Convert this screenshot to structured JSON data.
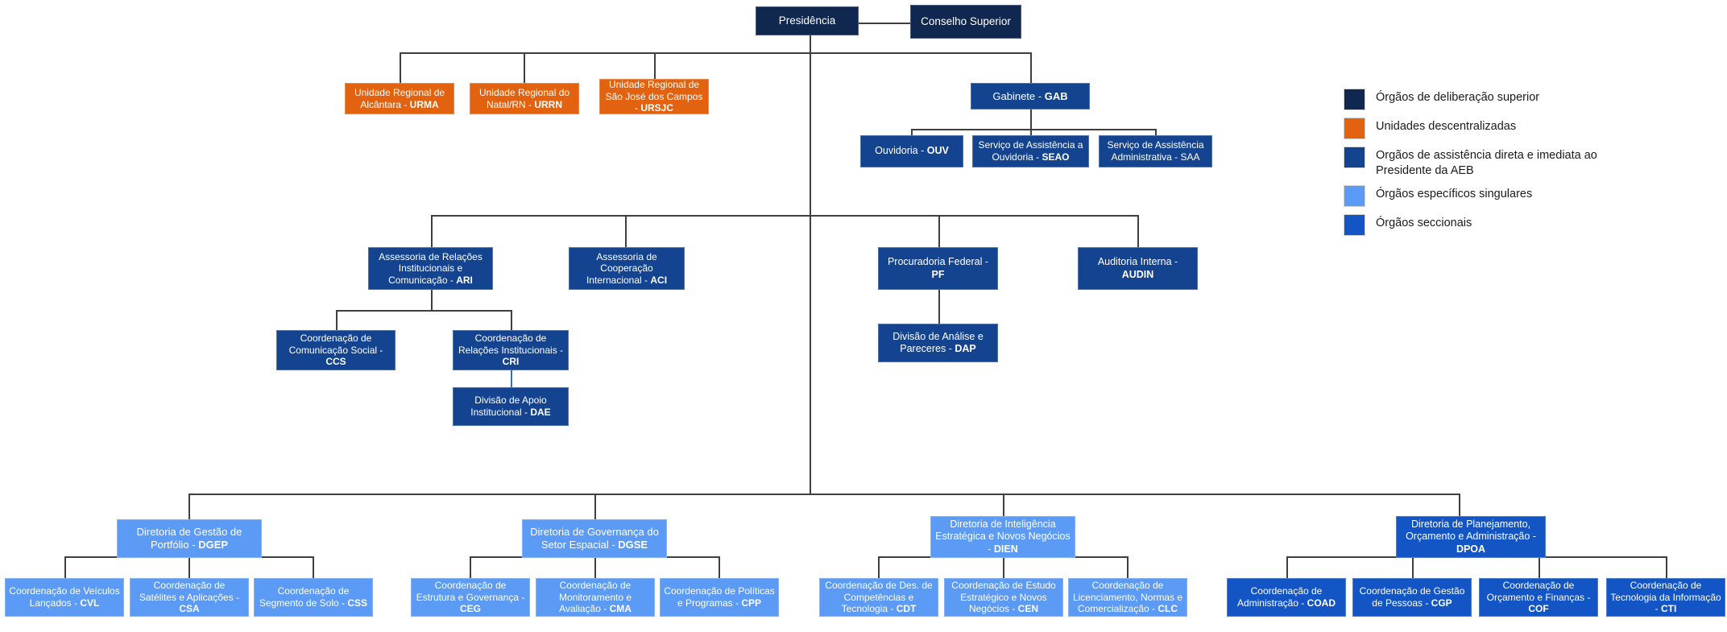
{
  "title": "Organograma AEB",
  "colors": {
    "deliberacao_superior": "#10284f",
    "unidades_descentralizadas": "#e2620f",
    "assistencia_direta": "#14448f",
    "orgaos_especificos": "#5b9bf5",
    "orgaos_seccionais": "#1355c4",
    "connector": "#3f3f3f"
  },
  "legend": {
    "items": [
      {
        "color_key": "deliberacao_superior",
        "label": "Órgãos de deliberação superior"
      },
      {
        "color_key": "unidades_descentralizadas",
        "label": "Unidades descentralizadas"
      },
      {
        "color_key": "assistencia_direta",
        "label": "Orgãos de assistência direta e imediata ao Presidente da AEB"
      },
      {
        "color_key": "orgaos_especificos",
        "label": "Órgãos específicos singulares"
      },
      {
        "color_key": "orgaos_seccionais",
        "label": "Órgãos seccionais"
      }
    ]
  },
  "nodes": {
    "presidencia": {
      "name": "Presidência",
      "acronym": ""
    },
    "conselho": {
      "name": "Conselho Superior",
      "acronym": ""
    },
    "urma": {
      "name": "Unidade Regional de Alcântara - ",
      "acronym": "URMA"
    },
    "urrn": {
      "name": "Unidade Regional do Natal/RN - ",
      "acronym": "URRN"
    },
    "ursjc": {
      "name": "Unidade Regional de São José dos Campos - ",
      "acronym": "URSJC"
    },
    "gab": {
      "name": "Gabinete - ",
      "acronym": "GAB"
    },
    "ouv": {
      "name": "Ouvidoria - ",
      "acronym": "OUV"
    },
    "seao": {
      "name": "Serviço de Assistência a Ouvidoria - ",
      "acronym": "SEAO"
    },
    "saa": {
      "name": "Serviço de Assistência Administrativa - SAA",
      "acronym": ""
    },
    "ari": {
      "name": "Assessoria de Relações Institucionais e Comunicação - ",
      "acronym": "ARI"
    },
    "aci": {
      "name": "Assessoria de Cooperação Internacional - ",
      "acronym": "ACI"
    },
    "pf": {
      "name": "Procuradoria Federal - ",
      "acronym": "PF"
    },
    "audin": {
      "name": "Auditoria Interna - ",
      "acronym": "AUDIN"
    },
    "ccs": {
      "name": "Coordenação de Comunicação Social - ",
      "acronym": "CCS"
    },
    "cri": {
      "name": "Coordenação de Relações Institucionais - ",
      "acronym": "CRI"
    },
    "dae": {
      "name": "Divisão de Apoio Institucional - ",
      "acronym": "DAE"
    },
    "dap": {
      "name": "Divisão de Análise e Pareceres - ",
      "acronym": "DAP"
    },
    "dgep": {
      "name": "Diretoria de Gestão de Portfólio - ",
      "acronym": "DGEP"
    },
    "dgse": {
      "name": "Diretoria de Governança do Setor Espacial - ",
      "acronym": "DGSE"
    },
    "dien": {
      "name": "Diretoria de Inteligência Estratégica e Novos Negócios - ",
      "acronym": "DIEN"
    },
    "dpoa": {
      "name": "Diretoria de Planejamento, Orçamento e Administração - ",
      "acronym": "DPOA"
    },
    "cvl": {
      "name": "Coordenação de Veículos Lançados - ",
      "acronym": "CVL"
    },
    "csa": {
      "name": "Coordenação de Satélites e Aplicações - ",
      "acronym": "CSA"
    },
    "css": {
      "name": "Coordenação de Segmento de Solo - ",
      "acronym": "CSS"
    },
    "ceg": {
      "name": "Coordenação de Estrutura e Governança - ",
      "acronym": "CEG"
    },
    "cma": {
      "name": "Coordenação de Monitoramento e Avaliação - ",
      "acronym": "CMA"
    },
    "cpp": {
      "name": "Coordenação de Políticas e Programas - ",
      "acronym": "CPP"
    },
    "cdt": {
      "name": "Coordenação de Des. de Competências e Tecnologia - ",
      "acronym": "CDT"
    },
    "cen": {
      "name": "Coordenação de Estudo Estratégico e Novos Negócios - ",
      "acronym": "CEN"
    },
    "clc": {
      "name": "Coordenação de Licenciamento, Normas e Comercialização - ",
      "acronym": "CLC"
    },
    "coad": {
      "name": "Coordenação de Administração - ",
      "acronym": "COAD"
    },
    "cgp": {
      "name": "Coordenação de Gestão de Pessoas - ",
      "acronym": "CGP"
    },
    "cof": {
      "name": "Coordenação de Orçamento e Finanças - ",
      "acronym": "COF"
    },
    "cti": {
      "name": "Coordenação de Tecnologia da Informação - ",
      "acronym": "CTI"
    }
  }
}
